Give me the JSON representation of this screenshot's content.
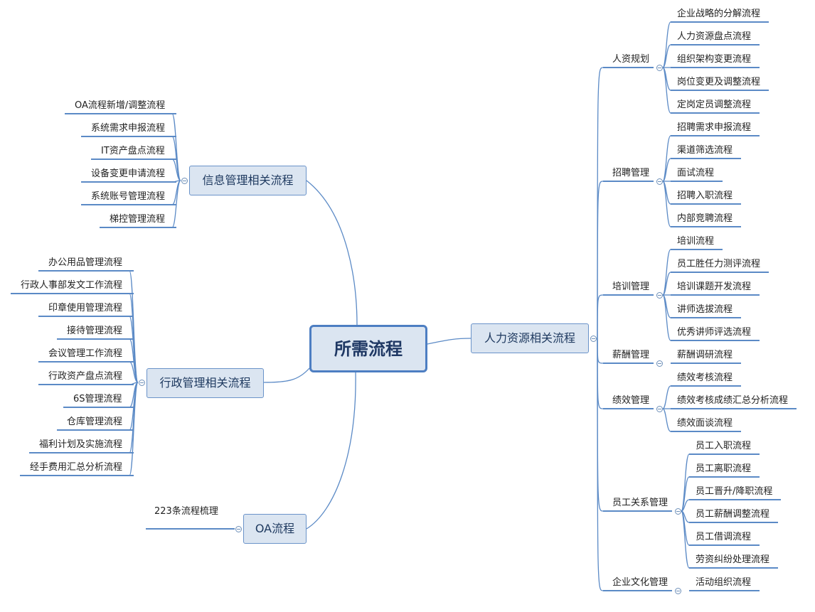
{
  "root": "所需流程",
  "branches": {
    "hr": {
      "label": "人力资源相关流程",
      "groups": [
        {
          "label": "人资规划",
          "items": [
            "企业战略的分解流程",
            "人力资源盘点流程",
            "组织架构变更流程",
            "岗位变更及调整流程",
            "定岗定员调整流程"
          ]
        },
        {
          "label": "招聘管理",
          "items": [
            "招聘需求申报流程",
            "渠道筛选流程",
            "面试流程",
            "招聘入职流程",
            "内部竞聘流程"
          ]
        },
        {
          "label": "培训管理",
          "items": [
            "培训流程",
            "员工胜任力测评流程",
            "培训课题开发流程",
            "讲师选拔流程",
            "优秀讲师评选流程"
          ]
        },
        {
          "label": "薪酬管理",
          "items": [
            "薪酬调研流程"
          ]
        },
        {
          "label": "绩效管理",
          "items": [
            "绩效考核流程",
            "绩效考核成绩汇总分析流程",
            "绩效面谈流程"
          ]
        },
        {
          "label": "员工关系管理",
          "items": [
            "员工入职流程",
            "员工离职流程",
            "员工晋升/降职流程",
            "员工薪酬调整流程",
            "员工借调流程",
            "劳资纠纷处理流程"
          ]
        },
        {
          "label": "企业文化管理",
          "items": [
            "活动组织流程"
          ]
        }
      ]
    },
    "info": {
      "label": "信息管理相关流程",
      "items": [
        "OA流程新增/调整流程",
        "系统需求申报流程",
        "IT资产盘点流程",
        "设备变更申请流程",
        "系统账号管理流程",
        "梯控管理流程"
      ]
    },
    "admin": {
      "label": "行政管理相关流程",
      "items": [
        "办公用品管理流程",
        "行政人事部发文工作流程",
        "印章使用管理流程",
        "接待管理流程",
        "会议管理工作流程",
        "行政资产盘点流程",
        "6S管理流程",
        "仓库管理流程",
        "福利计划及实施流程",
        "经手费用汇总分析流程"
      ]
    },
    "oa": {
      "label": "OA流程",
      "items": [
        "223条流程梳理"
      ]
    }
  },
  "colors": {
    "line": "#5b8ac6",
    "node_fill": "#dbe5f1",
    "node_border": "#4d7ec2",
    "root_text": "#1f3864"
  }
}
